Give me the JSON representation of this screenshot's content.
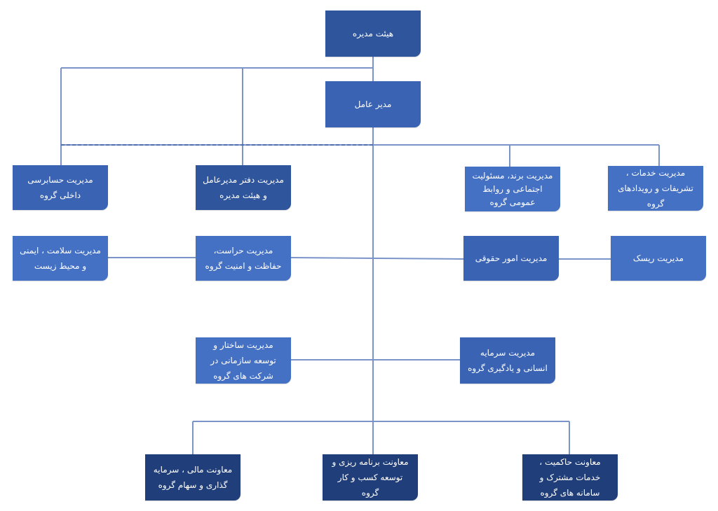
{
  "colors": {
    "line": "#7a94c9",
    "box_dark": "#2f559c",
    "box_mid": "#3a63b4",
    "box_light": "#4471c4",
    "box_navy": "#203e79"
  },
  "nodes": {
    "board": "هیئت مدیره",
    "ceo": "مدیر عامل",
    "internal_audit": "مدیریت حسابرسی داخلی گروه",
    "ceo_office": "مدیریت دفتر مدیرعامل و هیئت مدیره",
    "brand_pr": "مدیریت برند، مسئولیت اجتماعی و روابط عمومی گروه",
    "ceremonies": "مدیریت خدمات ، تشریفات و رویدادهای گروه",
    "hse": "مدیریت سلامت ، ایمنی و محیط زیست",
    "security": "مدیریت حراست، حفاظت و امنیت گروه",
    "legal": "مدیریت امور حقوقی",
    "risk": "مدیریت ریسک",
    "structure": "مدیریت ساختار و توسعه سازمانی در شرکت های گروه",
    "human_capital": "مدیریت سرمایه انسانی و یادگیری گروه",
    "finance_deputy": "معاونت مالی ، سرمایه گذاری و سهام گروه",
    "planning_deputy": "معاونت برنامه ریزی و توسعه کسب و کار گروه",
    "governance_deputy": "معاونت حاکمیت ، خدمات مشترک و سامانه های گروه"
  }
}
